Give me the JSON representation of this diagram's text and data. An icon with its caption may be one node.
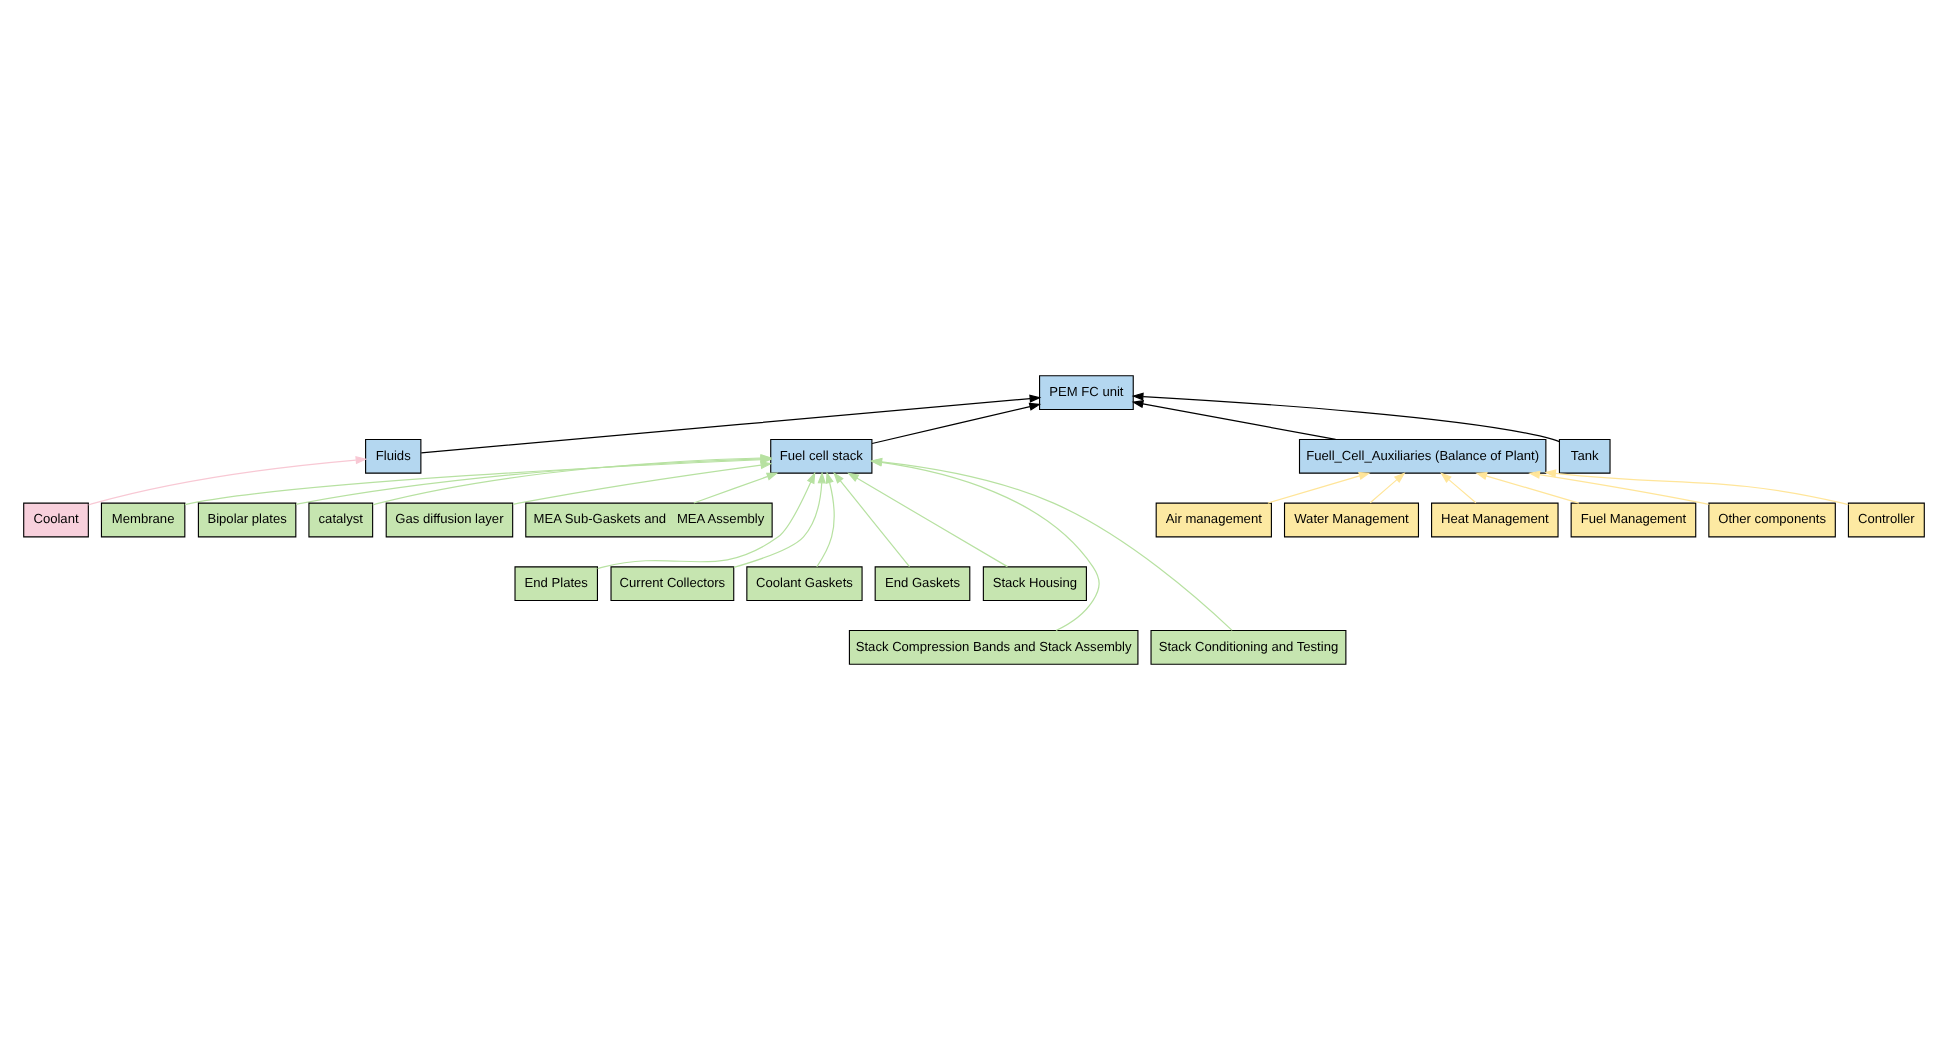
{
  "diagram": {
    "nodes": [
      {
        "text": [
          "PEM FC unit"
        ]
      },
      {
        "text": [
          "Fluids"
        ]
      },
      {
        "text": [
          "Fuel cell stack"
        ]
      },
      {
        "text": [
          "Fuell_Cell_Auxiliaries (Balance of Plant)"
        ]
      },
      {
        "text": [
          "Tank"
        ]
      },
      {
        "text": [
          "Coolant"
        ]
      },
      {
        "text": [
          "Membrane"
        ]
      },
      {
        "text": [
          "Bipolar plates"
        ]
      },
      {
        "text": [
          "catalyst"
        ]
      },
      {
        "text": [
          "Gas diffusion layer"
        ]
      },
      {
        "text": [
          "MEA Sub-Gaskets and   MEA Assembly"
        ]
      },
      {
        "text": [
          "End Plates"
        ]
      },
      {
        "text": [
          "Current Collectors"
        ]
      },
      {
        "text": [
          "Coolant Gaskets"
        ]
      },
      {
        "text": [
          "End Gaskets"
        ]
      },
      {
        "text": [
          "Stack Housing"
        ]
      },
      {
        "text": [
          "Stack Compression Bands and Stack Assembly"
        ]
      },
      {
        "text": [
          "Stack Conditioning and Testing"
        ]
      },
      {
        "text": [
          "Air management"
        ]
      },
      {
        "text": [
          "Water Management"
        ]
      },
      {
        "text": [
          "Heat Management"
        ]
      },
      {
        "text": [
          "Fuel Management"
        ]
      },
      {
        "text": [
          "Other components"
        ]
      },
      {
        "text": [
          "Controller"
        ]
      }
    ],
    "edges": [
      {
        "from": 1,
        "to": 0,
        "arrow": "to",
        "color": "#000000"
      },
      {
        "from": 2,
        "to": 0,
        "arrow": "to",
        "color": "#000000"
      },
      {
        "from": 3,
        "to": 0,
        "arrow": "to",
        "color": "#000000"
      },
      {
        "from": 4,
        "to": 0,
        "arrow": "to",
        "color": "#000000"
      },
      {
        "from": 5,
        "to": 1,
        "arrow": "to",
        "color": "#f8c8d4"
      },
      {
        "from": 6,
        "to": 2,
        "arrow": "to"
      },
      {
        "from": 7,
        "to": 2,
        "arrow": "to"
      },
      {
        "from": 8,
        "to": 2,
        "arrow": "to"
      },
      {
        "from": 9,
        "to": 2,
        "arrow": "to"
      },
      {
        "from": 10,
        "to": 2,
        "arrow": "to"
      },
      {
        "from": 11,
        "to": 2,
        "arrow": "to"
      },
      {
        "from": 12,
        "to": 2,
        "arrow": "to"
      },
      {
        "from": 13,
        "to": 2,
        "arrow": "to"
      },
      {
        "from": 14,
        "to": 2,
        "arrow": "to"
      },
      {
        "from": 15,
        "to": 2,
        "arrow": "to"
      },
      {
        "from": 16,
        "to": 2,
        "arrow": "to"
      },
      {
        "from": 17,
        "to": 2,
        "arrow": "to"
      },
      {
        "from": 18,
        "to": 3,
        "arrow": "to",
        "color": "#ffe599"
      },
      {
        "from": 19,
        "to": 3,
        "arrow": "to",
        "color": "#ffe599"
      },
      {
        "from": 20,
        "to": 3,
        "arrow": "to",
        "color": "#ffe599"
      },
      {
        "from": 21,
        "to": 3,
        "arrow": "to",
        "color": "#ffe599"
      },
      {
        "from": 22,
        "to": 3,
        "arrow": "to",
        "color": "#ffe599"
      },
      {
        "from": 23,
        "to": 3,
        "arrow": "to",
        "color": "#ffe599"
      }
    ]
  }
}
